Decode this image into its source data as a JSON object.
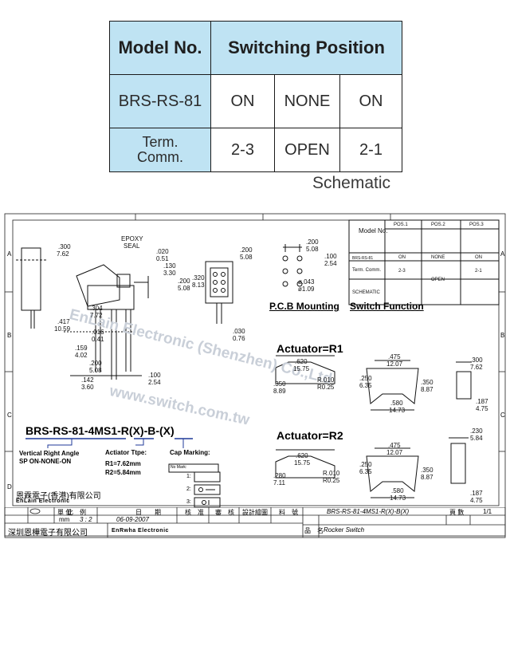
{
  "spec_table": {
    "header_model": "Model No.",
    "header_position": "Switching Position",
    "rows": [
      {
        "label": "BRS-RS-81",
        "cells": [
          "ON",
          "NONE",
          "ON"
        ]
      },
      {
        "label_line1": "Term.",
        "label_line2": "Comm.",
        "cells": [
          "2-3",
          "OPEN",
          "2-1"
        ]
      }
    ],
    "caption": "Schematic",
    "colors": {
      "header_bg": "#bfe3f3",
      "border": "#1a1a1a"
    }
  },
  "drawing": {
    "grid_letters": [
      "A",
      "B",
      "C",
      "D"
    ],
    "epoxy_note_1": "EPOXY",
    "epoxy_note_2": "SEAL",
    "dims": {
      "d300": ".300",
      "d762": "7.62",
      "d020": ".020",
      "d051": "0.51",
      "d130": ".130",
      "d330": "3.30",
      "d200a": ".200",
      "d508a": "5.08",
      "d320": ".320",
      "d813": "8.13",
      "d200b": ".200",
      "d508b": "5.08",
      "d304": ".304",
      "d772": "7.72",
      "d417": ".417",
      "d1059": "10.59",
      "d016": ".016",
      "d041": "0.41",
      "d159": ".159",
      "d402": "4.02",
      "d200c": ".200",
      "d508c": "5.08",
      "d142": ".142",
      "d360": "3.60",
      "d100a": ".100",
      "d254a": "2.54",
      "d030": ".030",
      "d076": "0.76",
      "pcb200": ".200",
      "pcb508": "5.08",
      "pcb100": ".100",
      "pcb254": "2.54",
      "pcb043": "ø.043",
      "pcb109": "ø1.09"
    },
    "pcb_label": "P.C.B Mounting",
    "switch_function_label": "Switch Function",
    "mini_table": {
      "model": "Model No.",
      "pos1": "POS.1",
      "pos2": "POS.2",
      "pos3": "POS.3",
      "part": "BRS-RS-81",
      "on1": "ON",
      "none": "NONE",
      "on2": "ON",
      "term": "Term. Comm.",
      "t23": "2-3",
      "open": "OPEN",
      "t21": "2-1",
      "schematic": "SCHEMATIC"
    },
    "actuator_r1": {
      "title": "Actuator=R1",
      "d620": ".620",
      "d1575": "15.75",
      "d350": ".350",
      "d889": "8.89",
      "r010": "R.010",
      "r025": "R0.25",
      "d475": ".475",
      "d1207": "12.07",
      "d250": ".250",
      "d635": "6.35",
      "d350b": ".350",
      "d887": "8.87",
      "d580": ".580",
      "d1473": "14.73",
      "d300": ".300",
      "d762": "7.62",
      "d187": ".187",
      "d475b": "4.75"
    },
    "actuator_r2": {
      "title": "Actuator=R2",
      "d620": ".620",
      "d1575": "15.75",
      "d280": ".280",
      "d711": "7.11",
      "r010": "R.010",
      "r025": "R0.25",
      "d475": ".475",
      "d1207": "12.07",
      "d250": ".250",
      "d635": "6.35",
      "d350": ".350",
      "d887": "8.87",
      "d580": ".580",
      "d1473": "14.73",
      "d230": ".230",
      "d584": "5.84",
      "d187": ".187",
      "d475b": "4.75"
    },
    "part_code": "BRS-RS-81-4MS1-R(X)-B-(X)",
    "desc_line1": "Vertical  Right Angle",
    "desc_line2": "SP ON-NONE-ON",
    "actuator_type_title": "Actiator Ttpe:",
    "r1_value": "R1=7.62mm",
    "r2_value": "R2=5.84mm",
    "cap_marking_title": "Cap Marking:",
    "no_mark": "No Mark:",
    "cap_1": "1:",
    "cap_2": "2:",
    "cap_3": "3:",
    "watermark_1": "EnLain Electronic (Shenzhen) Co.,Ltd",
    "watermark_2": "www.switch.com.tw"
  },
  "title_block": {
    "company_cn": "恩霖電子(香港)有限公司",
    "company_en": "EnLain Electronic",
    "h_unit": "單 位",
    "h_scale": "比　例",
    "h_date": "日　　期",
    "h_approve": "核　准",
    "h_review": "審　核",
    "h_design": "設計繪圖",
    "h_material": "料　號",
    "v_unit": "mm",
    "v_scale": "3 : 2",
    "v_date": "06-09-2007",
    "part_no": "BRS-RS-81-4MS1-R(X)-B(X)",
    "h_pages": "頁 數",
    "v_pages": "1/1",
    "h_name": "品　名",
    "v_name": "Rocker  Switch",
    "company2_cn": "深圳恩樺電子有限公司",
    "company2_en": "EnRwha Electronic"
  }
}
